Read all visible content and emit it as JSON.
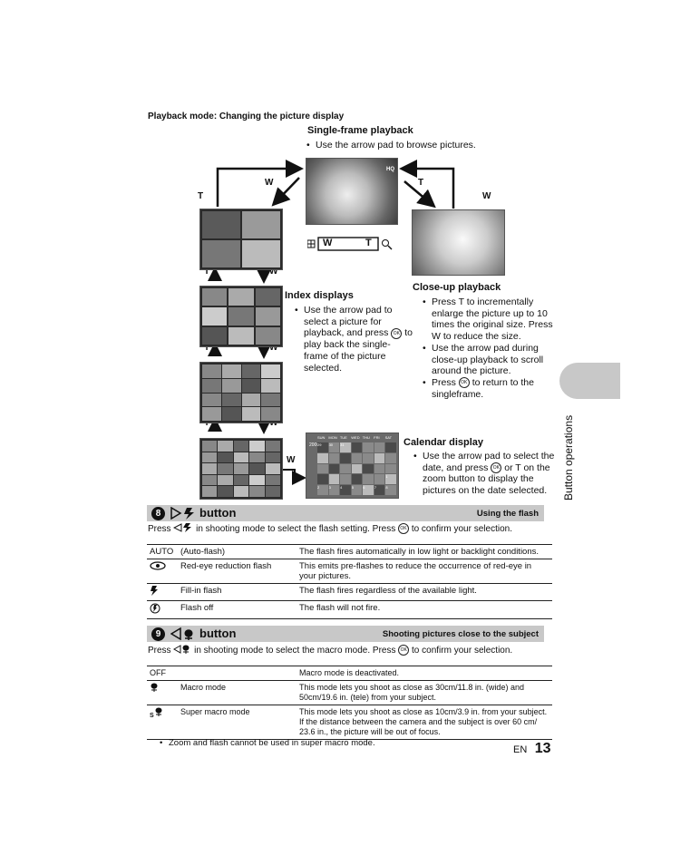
{
  "section_title": "Playback mode: Changing the picture display",
  "single": {
    "heading": "Single-frame playback",
    "bullet": "Use the arrow pad to browse pictures."
  },
  "lcd": {
    "hq": "HQ"
  },
  "zoom_lever": {
    "w": "W",
    "t": "T"
  },
  "arrows": {
    "t": "T",
    "w": "W"
  },
  "index": {
    "heading": "Index displays",
    "bullet_a": "Use the arrow pad to select a picture for playback, and press",
    "bullet_b": "to play back the single-frame of the picture selected."
  },
  "closeup": {
    "heading": "Close-up playback",
    "b1": "Press T to incrementally enlarge the picture up to 10 times the original size. Press W to reduce the size.",
    "b2": "Use the arrow pad during close-up playback to scroll around the picture.",
    "b3a": "Press",
    "b3b": "to return to the singleframe."
  },
  "calendar": {
    "heading": "Calendar display",
    "b1a": "Use the arrow pad to select the date, and press",
    "b1b": "or T on the zoom button to display the pictures on the date selected.",
    "year": "2006",
    "days": [
      "SUN",
      "MON",
      "TUE",
      "WED",
      "THU",
      "FRI",
      "SAT"
    ],
    "nums": [
      "29",
      "30",
      "31",
      "",
      "",
      "",
      "",
      "",
      "",
      "",
      "",
      "",
      "",
      "",
      "",
      "",
      "",
      "",
      "",
      "",
      "",
      "",
      "",
      "",
      "",
      "",
      "",
      "1",
      "2",
      "3",
      "4",
      "5",
      "6",
      "7",
      "8"
    ],
    "ok": "OK"
  },
  "side_tab": "Button operations",
  "flash": {
    "num": "8",
    "title": "button",
    "right": "Using the flash",
    "intro_a": "Press",
    "intro_b": "in shooting mode to select the flash setting. Press",
    "intro_c": "to confirm your selection.",
    "rows": [
      {
        "icon": "AUTO",
        "name": "(Auto-flash)",
        "desc": "The flash fires automatically in low light or backlight conditions."
      },
      {
        "icon": "",
        "name": "Red-eye reduction flash",
        "desc": "This emits pre-flashes to reduce the occurrence of red-eye in your pictures."
      },
      {
        "icon": "",
        "name": "Fill-in flash",
        "desc": "The flash fires regardless of the available light."
      },
      {
        "icon": "",
        "name": "Flash off",
        "desc": "The flash will not fire."
      }
    ]
  },
  "macro": {
    "num": "9",
    "title": "button",
    "right": "Shooting pictures close to the subject",
    "intro_a": "Press",
    "intro_b": "in shooting mode to select the macro mode. Press",
    "intro_c": "to confirm your selection.",
    "rows": [
      {
        "icon": "OFF",
        "name": "",
        "desc": "Macro mode is deactivated."
      },
      {
        "icon": "",
        "name": "Macro mode",
        "desc": "This mode lets you shoot as close as 30cm/11.8 in. (wide) and 50cm/19.6 in. (tele) from your subject."
      },
      {
        "icon": "S",
        "name": "Super macro mode",
        "desc": "This mode lets you shoot as close as 10cm/3.9 in. from your subject. If the distance between the camera and the subject is over 60 cm/ 23.6 in., the picture will be out of focus."
      }
    ]
  },
  "footnote": "Zoom and flash cannot be used in super macro mode.",
  "page": {
    "lang": "EN",
    "number": "13"
  },
  "ok_label": "OK"
}
